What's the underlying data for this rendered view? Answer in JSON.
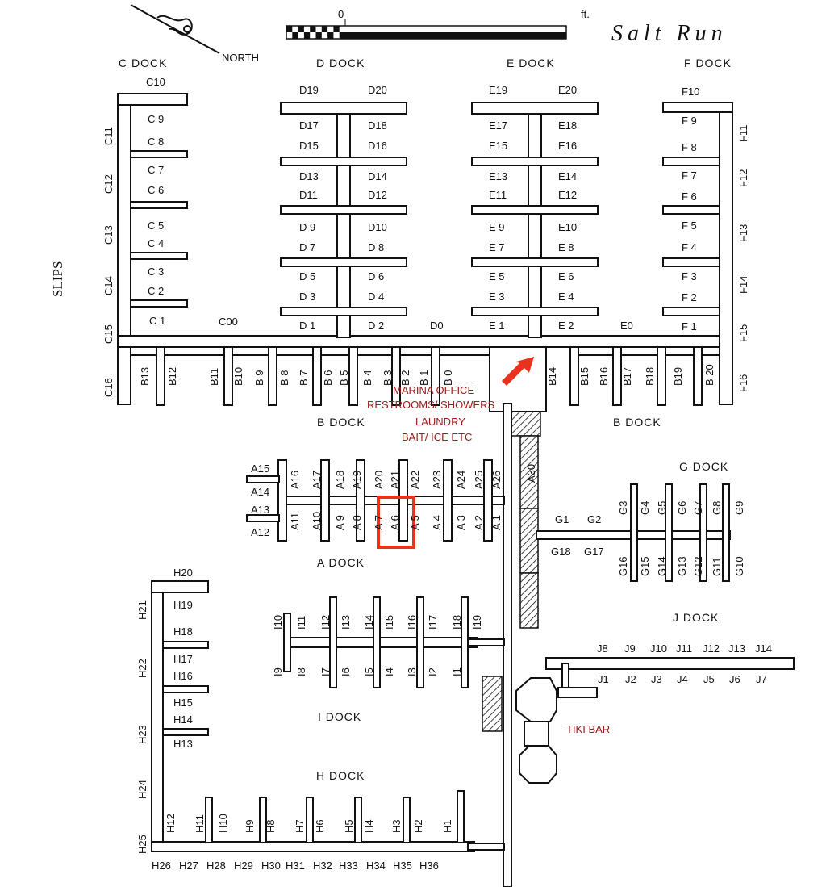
{
  "map": {
    "title": "Salt Run",
    "scale": {
      "zero": "0",
      "unit": "ft."
    },
    "north_label": "NORTH",
    "side_label": "SLIPS",
    "highlight_color": "#e8321e",
    "text_color_red": "#a11a1a"
  },
  "docks": {
    "c": "C DOCK",
    "d": "D DOCK",
    "e": "E DOCK",
    "f": "F DOCK",
    "b1": "B DOCK",
    "b2": "B DOCK",
    "a": "A DOCK",
    "g": "G DOCK",
    "j": "J DOCK",
    "i": "I DOCK",
    "h": "H DOCK"
  },
  "facilities": {
    "office": "MARINA  OFFICE",
    "restrooms": "RESTROOMS/ SHOWERS",
    "laundry": "LAUNDRY",
    "bait": "BAIT/ ICE ETC",
    "tiki": "TIKI BAR"
  },
  "slips": {
    "c_left": [
      "C10",
      "C 9",
      "C 8",
      "C 7",
      "C 6",
      "C 5",
      "C 4",
      "C 3",
      "C 2",
      "C 1"
    ],
    "c_side": [
      "C11",
      "C12",
      "C13",
      "C14",
      "C15",
      "C16"
    ],
    "d": [
      "D19",
      "D20",
      "D17",
      "D18",
      "D15",
      "D16",
      "D13",
      "D14",
      "D11",
      "D12",
      "D 9",
      "D10",
      "D 7",
      "D 8",
      "D 5",
      "D 6",
      "D 3",
      "D 4",
      "D 1",
      "D 2"
    ],
    "e": [
      "E19",
      "E20",
      "E17",
      "E18",
      "E15",
      "E16",
      "E13",
      "E14",
      "E11",
      "E12",
      "E 9",
      "E10",
      "E 7",
      "E 8",
      "E 5",
      "E 6",
      "E 3",
      "E 4",
      "E 1",
      "E 2"
    ],
    "f": [
      "F10",
      "F 9",
      "F 8",
      "F 7",
      "F 6",
      "F 5",
      "F 4",
      "F 3",
      "F 2",
      "F 1"
    ],
    "f_side": [
      "F11",
      "F12",
      "F13",
      "F14",
      "F15",
      "F16"
    ],
    "d0": "D0",
    "e0": "E0",
    "c00": "C00",
    "b_left": [
      "B13",
      "B12",
      "B11",
      "B10",
      "B 9",
      "B 8",
      "B 7",
      "B 6",
      "B 5",
      "B 4",
      "B 3",
      "B 2",
      "B 1",
      "B 0"
    ],
    "b_right": [
      "B14",
      "B15",
      "B16",
      "B17",
      "B18",
      "B19",
      "B 20"
    ],
    "a_top": [
      "A16",
      "A17",
      "A18",
      "A19",
      "A20",
      "A21",
      "A22",
      "A23",
      "A24",
      "A25",
      "A26"
    ],
    "a_bottom": [
      "A11",
      "A10",
      "A 9",
      "A 8",
      "A 7",
      "A 6",
      "A 5",
      "A 4",
      "A 3",
      "A 2",
      "A 1"
    ],
    "a_end": [
      "A15",
      "A14",
      "A13",
      "A12"
    ],
    "a30": "A30",
    "g_top": [
      "G3",
      "G4",
      "G5",
      "G6",
      "G7",
      "G8",
      "G9"
    ],
    "g_bottom": [
      "G16",
      "G15",
      "G14",
      "G13",
      "G12",
      "G11",
      "G10"
    ],
    "g_main": [
      "G1",
      "G2",
      "G18",
      "G17"
    ],
    "j_top": [
      "J8",
      "J9",
      "J10",
      "J11",
      "J12",
      "J13",
      "J14"
    ],
    "j_bottom": [
      "J1",
      "J2",
      "J3",
      "J4",
      "J5",
      "J6",
      "J7"
    ],
    "i_top": [
      "I10",
      "I11",
      "I12",
      "I13",
      "I14",
      "I15",
      "I16",
      "I17",
      "I18",
      "I19"
    ],
    "i_bottom": [
      "I9",
      "I8",
      "I7",
      "I6",
      "I5",
      "I4",
      "I3",
      "I2",
      "I1"
    ],
    "h_left": [
      "H20",
      "H19",
      "H18",
      "H17",
      "H16",
      "H15",
      "H14",
      "H13"
    ],
    "h_side": [
      "H21",
      "H22",
      "H23",
      "H24",
      "H25"
    ],
    "h_top": [
      "H12",
      "H11",
      "H10",
      "H9",
      "H8",
      "H7",
      "H6",
      "H5",
      "H4",
      "H3",
      "H2",
      "H1"
    ],
    "h_bottom": [
      "H26",
      "H27",
      "H28",
      "H29",
      "H30",
      "H31",
      "H32",
      "H33",
      "H34",
      "H35",
      "H36"
    ]
  }
}
